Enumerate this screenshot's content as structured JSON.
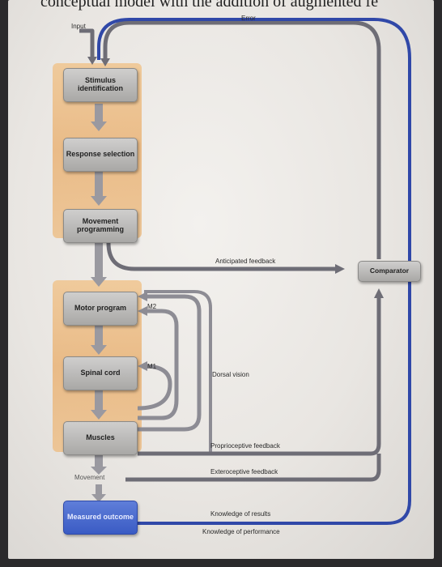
{
  "page_title": "conceptual model with the addition of augmented fe",
  "colors": {
    "arrow": "#9a99a0",
    "feedback_line": "#6e6d76",
    "augmented_loop": "#3048a8",
    "stage_panel": "#e9b377",
    "stage_box": "#b9b8b6",
    "outcome_box": "#4a68cf"
  },
  "labels": {
    "input": "Input",
    "error": "Error",
    "anticipated_feedback": "Anticipated feedback",
    "m2": "M2",
    "m1": "M1",
    "dorsal_vision": "Dorsal vision",
    "proprioceptive_feedback": "Proprioceptive feedback",
    "exteroceptive_feedback": "Exteroceptive feedback",
    "movement": "Movement",
    "knowledge_of_results": "Knowledge of results",
    "knowledge_of_performance": "Knowledge of performance"
  },
  "boxes": {
    "stimulus_identification": "Stimulus identification",
    "response_selection": "Response selection",
    "movement_programming": "Movement programming",
    "motor_program": "Motor program",
    "spinal_cord": "Spinal cord",
    "muscles": "Muscles",
    "measured_outcome": "Measured outcome",
    "comparator": "Comparator"
  }
}
